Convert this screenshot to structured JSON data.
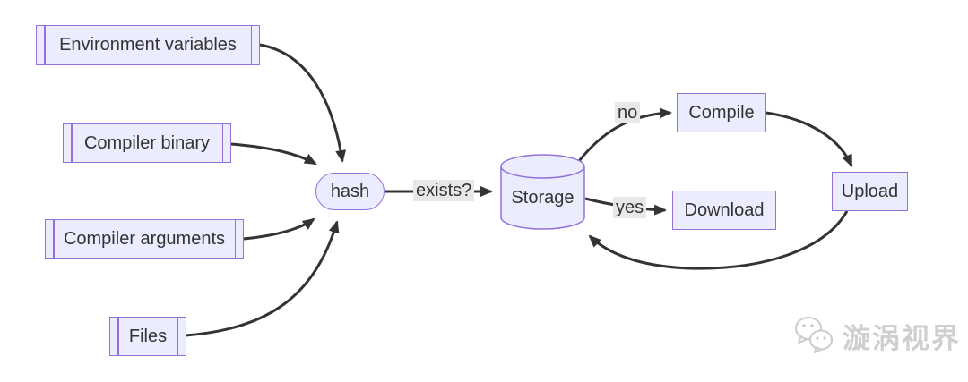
{
  "diagram": {
    "type": "flowchart",
    "nodes": {
      "env": {
        "label": "Environment variables",
        "shape": "subroutine"
      },
      "binary": {
        "label": "Compiler binary",
        "shape": "subroutine"
      },
      "arguments": {
        "label": "Compiler arguments",
        "shape": "subroutine"
      },
      "files": {
        "label": "Files",
        "shape": "subroutine"
      },
      "hash": {
        "label": "hash",
        "shape": "stadium"
      },
      "storage": {
        "label": "Storage",
        "shape": "cylinder"
      },
      "compile": {
        "label": "Compile",
        "shape": "rect"
      },
      "download": {
        "label": "Download",
        "shape": "rect"
      },
      "upload": {
        "label": "Upload",
        "shape": "rect"
      }
    },
    "edge_labels": {
      "exists": "exists?",
      "no": "no",
      "yes": "yes"
    },
    "edges": [
      {
        "from": "env",
        "to": "hash"
      },
      {
        "from": "binary",
        "to": "hash"
      },
      {
        "from": "arguments",
        "to": "hash"
      },
      {
        "from": "files",
        "to": "hash"
      },
      {
        "from": "hash",
        "to": "storage",
        "label": "exists?"
      },
      {
        "from": "storage",
        "to": "compile",
        "label": "no"
      },
      {
        "from": "storage",
        "to": "download",
        "label": "yes"
      },
      {
        "from": "compile",
        "to": "upload"
      },
      {
        "from": "upload",
        "to": "storage"
      }
    ],
    "colors": {
      "node_fill": "#ECECFF",
      "node_border": "#9370DB",
      "edge": "#333333",
      "text": "#333333",
      "edge_label_bg": "#e8e8e8"
    }
  },
  "watermark": {
    "text": "漩涡视界",
    "icon": "wechat-chat-bubbles-icon",
    "color": "#cdcdcd"
  }
}
